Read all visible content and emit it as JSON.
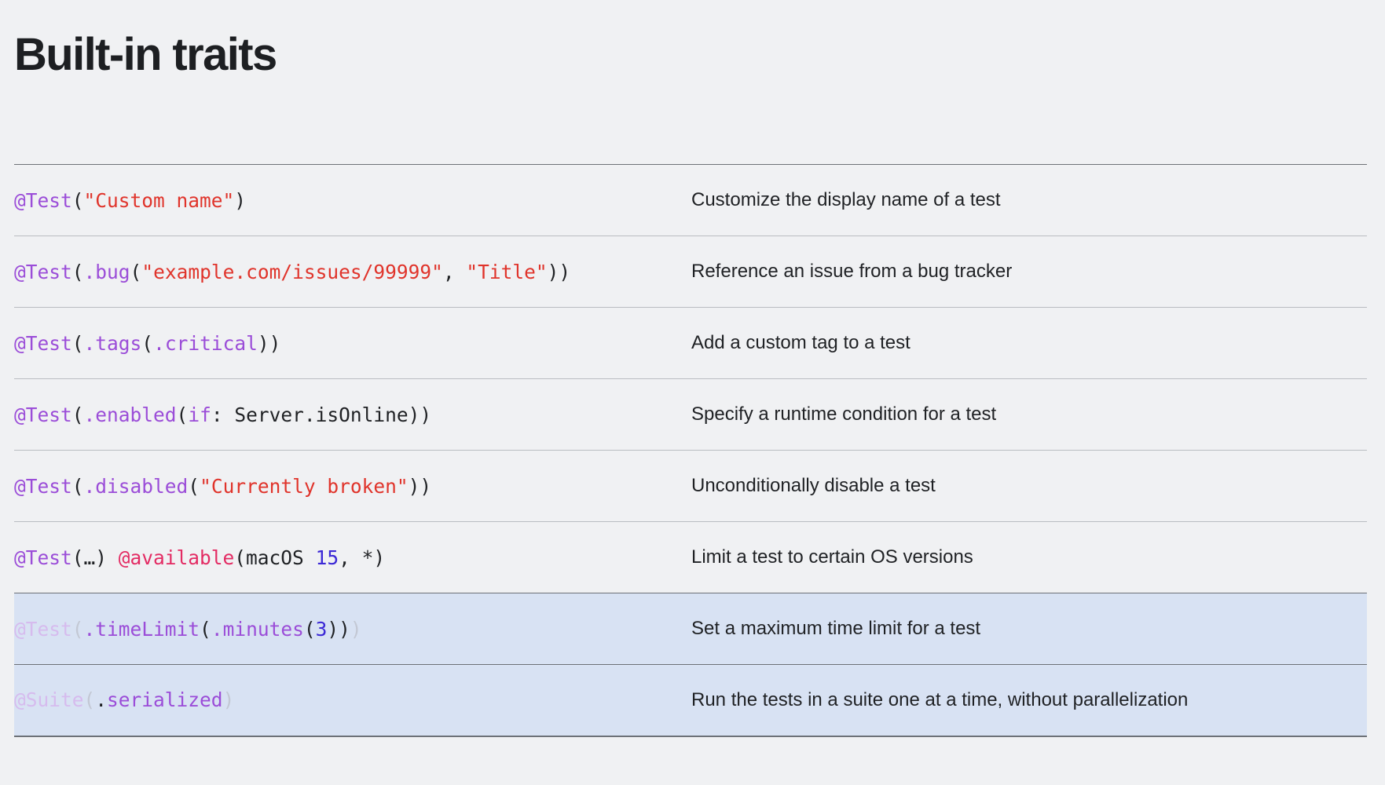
{
  "page": {
    "title": "Built-in traits",
    "background_color": "#f0f1f3",
    "highlight_color": "#d8e2f3",
    "border_color": "#6d7177",
    "divider_color": "#b9bcc1"
  },
  "syntax_colors": {
    "attribute": "#9b4dd8",
    "member": "#9b4dd8",
    "keyword": "#9b4dd8",
    "string": "#e0342b",
    "number": "#3c29d6",
    "available": "#e32b63",
    "plain": "#1f2124",
    "faded_attribute": "#d6bbee",
    "faded_plain": "#c3c8d4"
  },
  "table": {
    "rows": [
      {
        "code_plain": "@Test(\"Custom name\")",
        "description": "Customize the display name of a test",
        "highlighted": false,
        "tokens": [
          {
            "t": "@Test",
            "c": "attr"
          },
          {
            "t": "(",
            "c": "plain"
          },
          {
            "t": "\"Custom name\"",
            "c": "string"
          },
          {
            "t": ")",
            "c": "plain"
          }
        ]
      },
      {
        "code_plain": "@Test(.bug(\"example.com/issues/99999\", \"Title\"))",
        "description": "Reference an issue from a bug tracker",
        "highlighted": false,
        "tokens": [
          {
            "t": "@Test",
            "c": "attr"
          },
          {
            "t": "(",
            "c": "plain"
          },
          {
            "t": ".bug",
            "c": "member"
          },
          {
            "t": "(",
            "c": "plain"
          },
          {
            "t": "\"example.com/issues/99999\"",
            "c": "string"
          },
          {
            "t": ", ",
            "c": "plain"
          },
          {
            "t": "\"Title\"",
            "c": "string"
          },
          {
            "t": "))",
            "c": "plain"
          }
        ]
      },
      {
        "code_plain": "@Test(.tags(.critical))",
        "description": "Add a custom tag to a test",
        "highlighted": false,
        "tokens": [
          {
            "t": "@Test",
            "c": "attr"
          },
          {
            "t": "(",
            "c": "plain"
          },
          {
            "t": ".tags",
            "c": "member"
          },
          {
            "t": "(",
            "c": "plain"
          },
          {
            "t": ".critical",
            "c": "member"
          },
          {
            "t": "))",
            "c": "plain"
          }
        ]
      },
      {
        "code_plain": "@Test(.enabled(if: Server.isOnline))",
        "description": "Specify a runtime condition for a test",
        "highlighted": false,
        "tokens": [
          {
            "t": "@Test",
            "c": "attr"
          },
          {
            "t": "(",
            "c": "plain"
          },
          {
            "t": ".enabled",
            "c": "member"
          },
          {
            "t": "(",
            "c": "plain"
          },
          {
            "t": "if",
            "c": "keyword"
          },
          {
            "t": ": Server.isOnline))",
            "c": "plain"
          }
        ]
      },
      {
        "code_plain": "@Test(.disabled(\"Currently broken\"))",
        "description": "Unconditionally disable a test",
        "highlighted": false,
        "tokens": [
          {
            "t": "@Test",
            "c": "attr"
          },
          {
            "t": "(",
            "c": "plain"
          },
          {
            "t": ".disabled",
            "c": "member"
          },
          {
            "t": "(",
            "c": "plain"
          },
          {
            "t": "\"Currently broken\"",
            "c": "string"
          },
          {
            "t": "))",
            "c": "plain"
          }
        ]
      },
      {
        "code_plain": "@Test(…) @available(macOS 15, *)",
        "description": "Limit a test to certain OS versions",
        "highlighted": false,
        "tokens": [
          {
            "t": "@Test",
            "c": "attr"
          },
          {
            "t": "(…) ",
            "c": "plain"
          },
          {
            "t": "@available",
            "c": "avail"
          },
          {
            "t": "(macOS ",
            "c": "plain"
          },
          {
            "t": "15",
            "c": "number"
          },
          {
            "t": ", *)",
            "c": "plain"
          }
        ]
      },
      {
        "code_plain": "@Test(.timeLimit(.minutes(3)))",
        "description": "Set a maximum time limit for a test",
        "highlighted": true,
        "tokens": [
          {
            "t": "@Test",
            "c": "faded-attr"
          },
          {
            "t": "(",
            "c": "faded-plain"
          },
          {
            "t": ".timeLimit",
            "c": "member"
          },
          {
            "t": "(",
            "c": "plain"
          },
          {
            "t": ".minutes",
            "c": "member"
          },
          {
            "t": "(",
            "c": "plain"
          },
          {
            "t": "3",
            "c": "number"
          },
          {
            "t": "))",
            "c": "plain"
          },
          {
            "t": ")",
            "c": "faded-plain"
          }
        ]
      },
      {
        "code_plain": "@Suite(.serialized)",
        "description": "Run the tests in a suite one at a time, without parallelization",
        "highlighted": true,
        "tokens": [
          {
            "t": "@Suite",
            "c": "faded-attr"
          },
          {
            "t": "(",
            "c": "faded-plain"
          },
          {
            "t": ".",
            "c": "plain"
          },
          {
            "t": "serialized",
            "c": "member"
          },
          {
            "t": ")",
            "c": "faded-plain"
          }
        ]
      }
    ]
  }
}
